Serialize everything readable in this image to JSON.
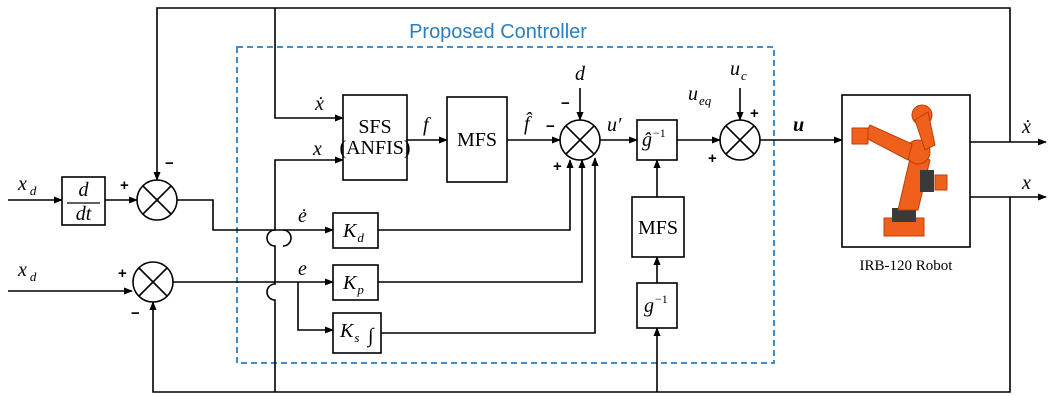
{
  "title": "Proposed Controller",
  "blocks": {
    "sfs": "SFS",
    "sfs_sub": "(ANFIS)",
    "mfs_f": "MFS",
    "mfs_g": "MFS",
    "robot_caption": "IRB-120 Robot"
  },
  "signals": {
    "xd_top": "x",
    "xd_top_sub": "d",
    "xd_bottom": "x",
    "xd_bottom_sub": "d",
    "deriv_num": "d",
    "deriv_den": "dt",
    "x_dot_in": "ẋ",
    "x_in": "x",
    "e_dot": "ė",
    "e": "e",
    "f": "f",
    "f_hat": "f̂",
    "d": "d",
    "u_prime": "u′",
    "g_hat_inv": "ĝ",
    "g_hat_inv_exp": "−1",
    "u_eq": "u",
    "u_eq_sub": "eq",
    "u_c": "u",
    "u_c_sub": "c",
    "u": "u",
    "x_dot_out": "ẋ",
    "x_out": "x",
    "g_inv": "g",
    "g_inv_exp": "−1",
    "kd": "K",
    "kd_sub": "d",
    "kp": "K",
    "kp_sub": "p",
    "ks": "K",
    "ks_sub": "s",
    "integral": "∫"
  },
  "signs": {
    "sum1_plus": "+",
    "sum1_minus": "−",
    "sum2_plus": "+",
    "sum2_minus": "−",
    "sum3_minus_f": "−",
    "sum3_minus_d": "−",
    "sum3_plus": "+",
    "sum4_plus_top": "+",
    "sum4_plus_bottom": "+"
  },
  "colors": {
    "title": "#2a7fc0",
    "dashed_border": "#2a7fc0",
    "robot_body": "#f0601a",
    "robot_dark": "#3a3a3a"
  }
}
